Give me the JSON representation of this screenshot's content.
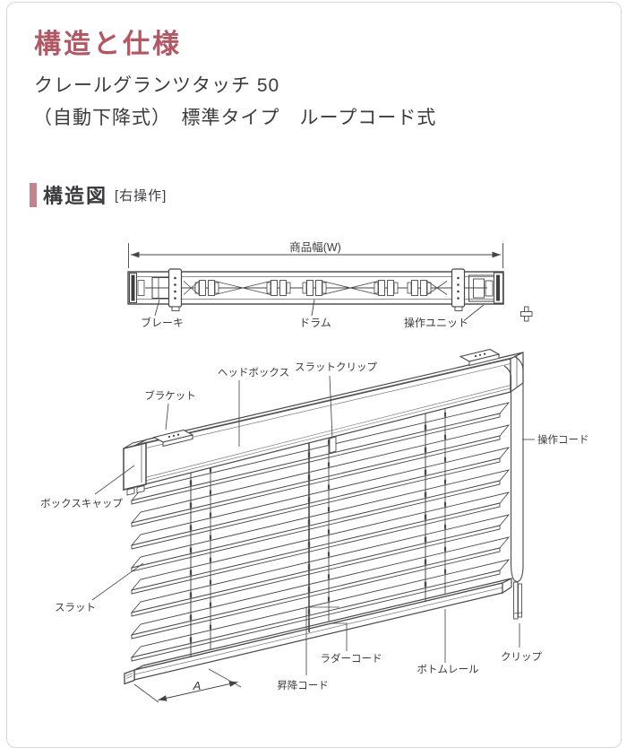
{
  "page": {
    "title": "構造と仕様",
    "subtitle_line1": "クレールグランツタッチ 50",
    "subtitle_line2": "（自動下降式）　標準タイプ　ループコード式",
    "section_title": "構造図",
    "section_note": "[右操作]"
  },
  "top_view": {
    "width_dimension": "商品幅(W)",
    "brake": "ブレーキ",
    "drum": "ドラム",
    "control_unit": "操作ユニット"
  },
  "main_view": {
    "bracket": "ブラケット",
    "headbox": "ヘッドボックス",
    "slat_clip": "スラットクリップ",
    "box_cap": "ボックスキャップ",
    "slat": "スラット",
    "operation_cord": "操作コード",
    "ladder_cord": "ラダーコード",
    "lift_cord": "昇降コード",
    "bottom_rail": "ボトムレール",
    "clip": "クリップ",
    "dimension_a": "A"
  },
  "colors": {
    "accent": "#b25864",
    "section_bar": "#c2838f",
    "text": "#3b3b40",
    "line": "#4a4a4a"
  }
}
